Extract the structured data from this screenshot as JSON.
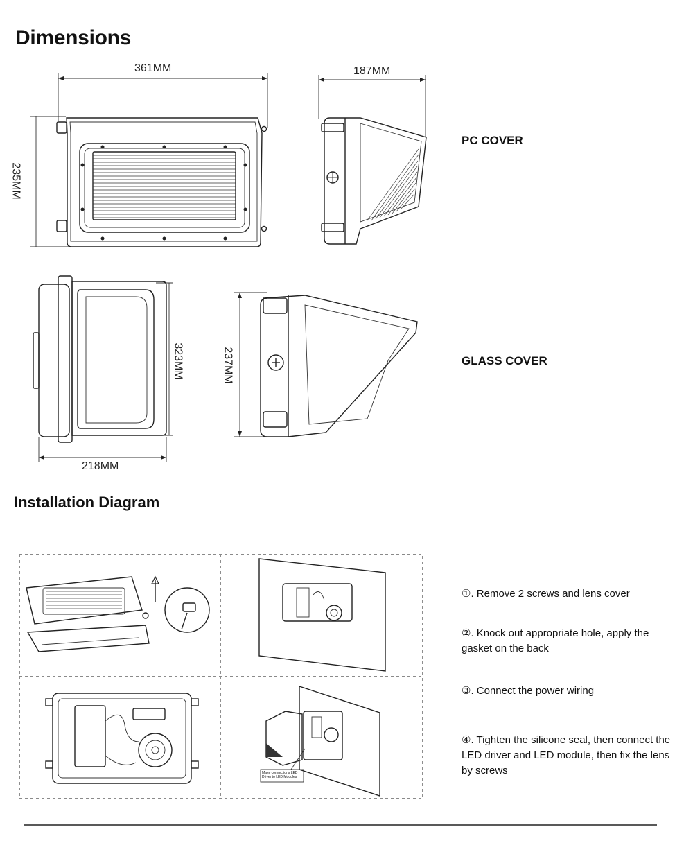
{
  "headings": {
    "dimensions": "Dimensions",
    "installation": "Installation Diagram"
  },
  "dimensions": {
    "width_361": "361MM",
    "depth_187": "187MM",
    "height_235": "235MM",
    "height_323": "323MM",
    "height_237": "237MM",
    "width_218": "218MM"
  },
  "labels": {
    "pc_cover": "PC COVER",
    "glass_cover": "GLASS COVER"
  },
  "diagram_caption": "Make connections LED Driver to LED Modules",
  "steps": [
    {
      "marker": "①",
      "text": ". Remove 2 screws and lens cover"
    },
    {
      "marker": "②",
      "text": ". Knock out appropriate hole, apply the gasket on the back"
    },
    {
      "marker": "③",
      "text": ". Connect the power wiring"
    },
    {
      "marker": "④",
      "text": ". Tighten the silicone seal, then connect the LED driver and LED module, then fix the lens by screws"
    }
  ]
}
